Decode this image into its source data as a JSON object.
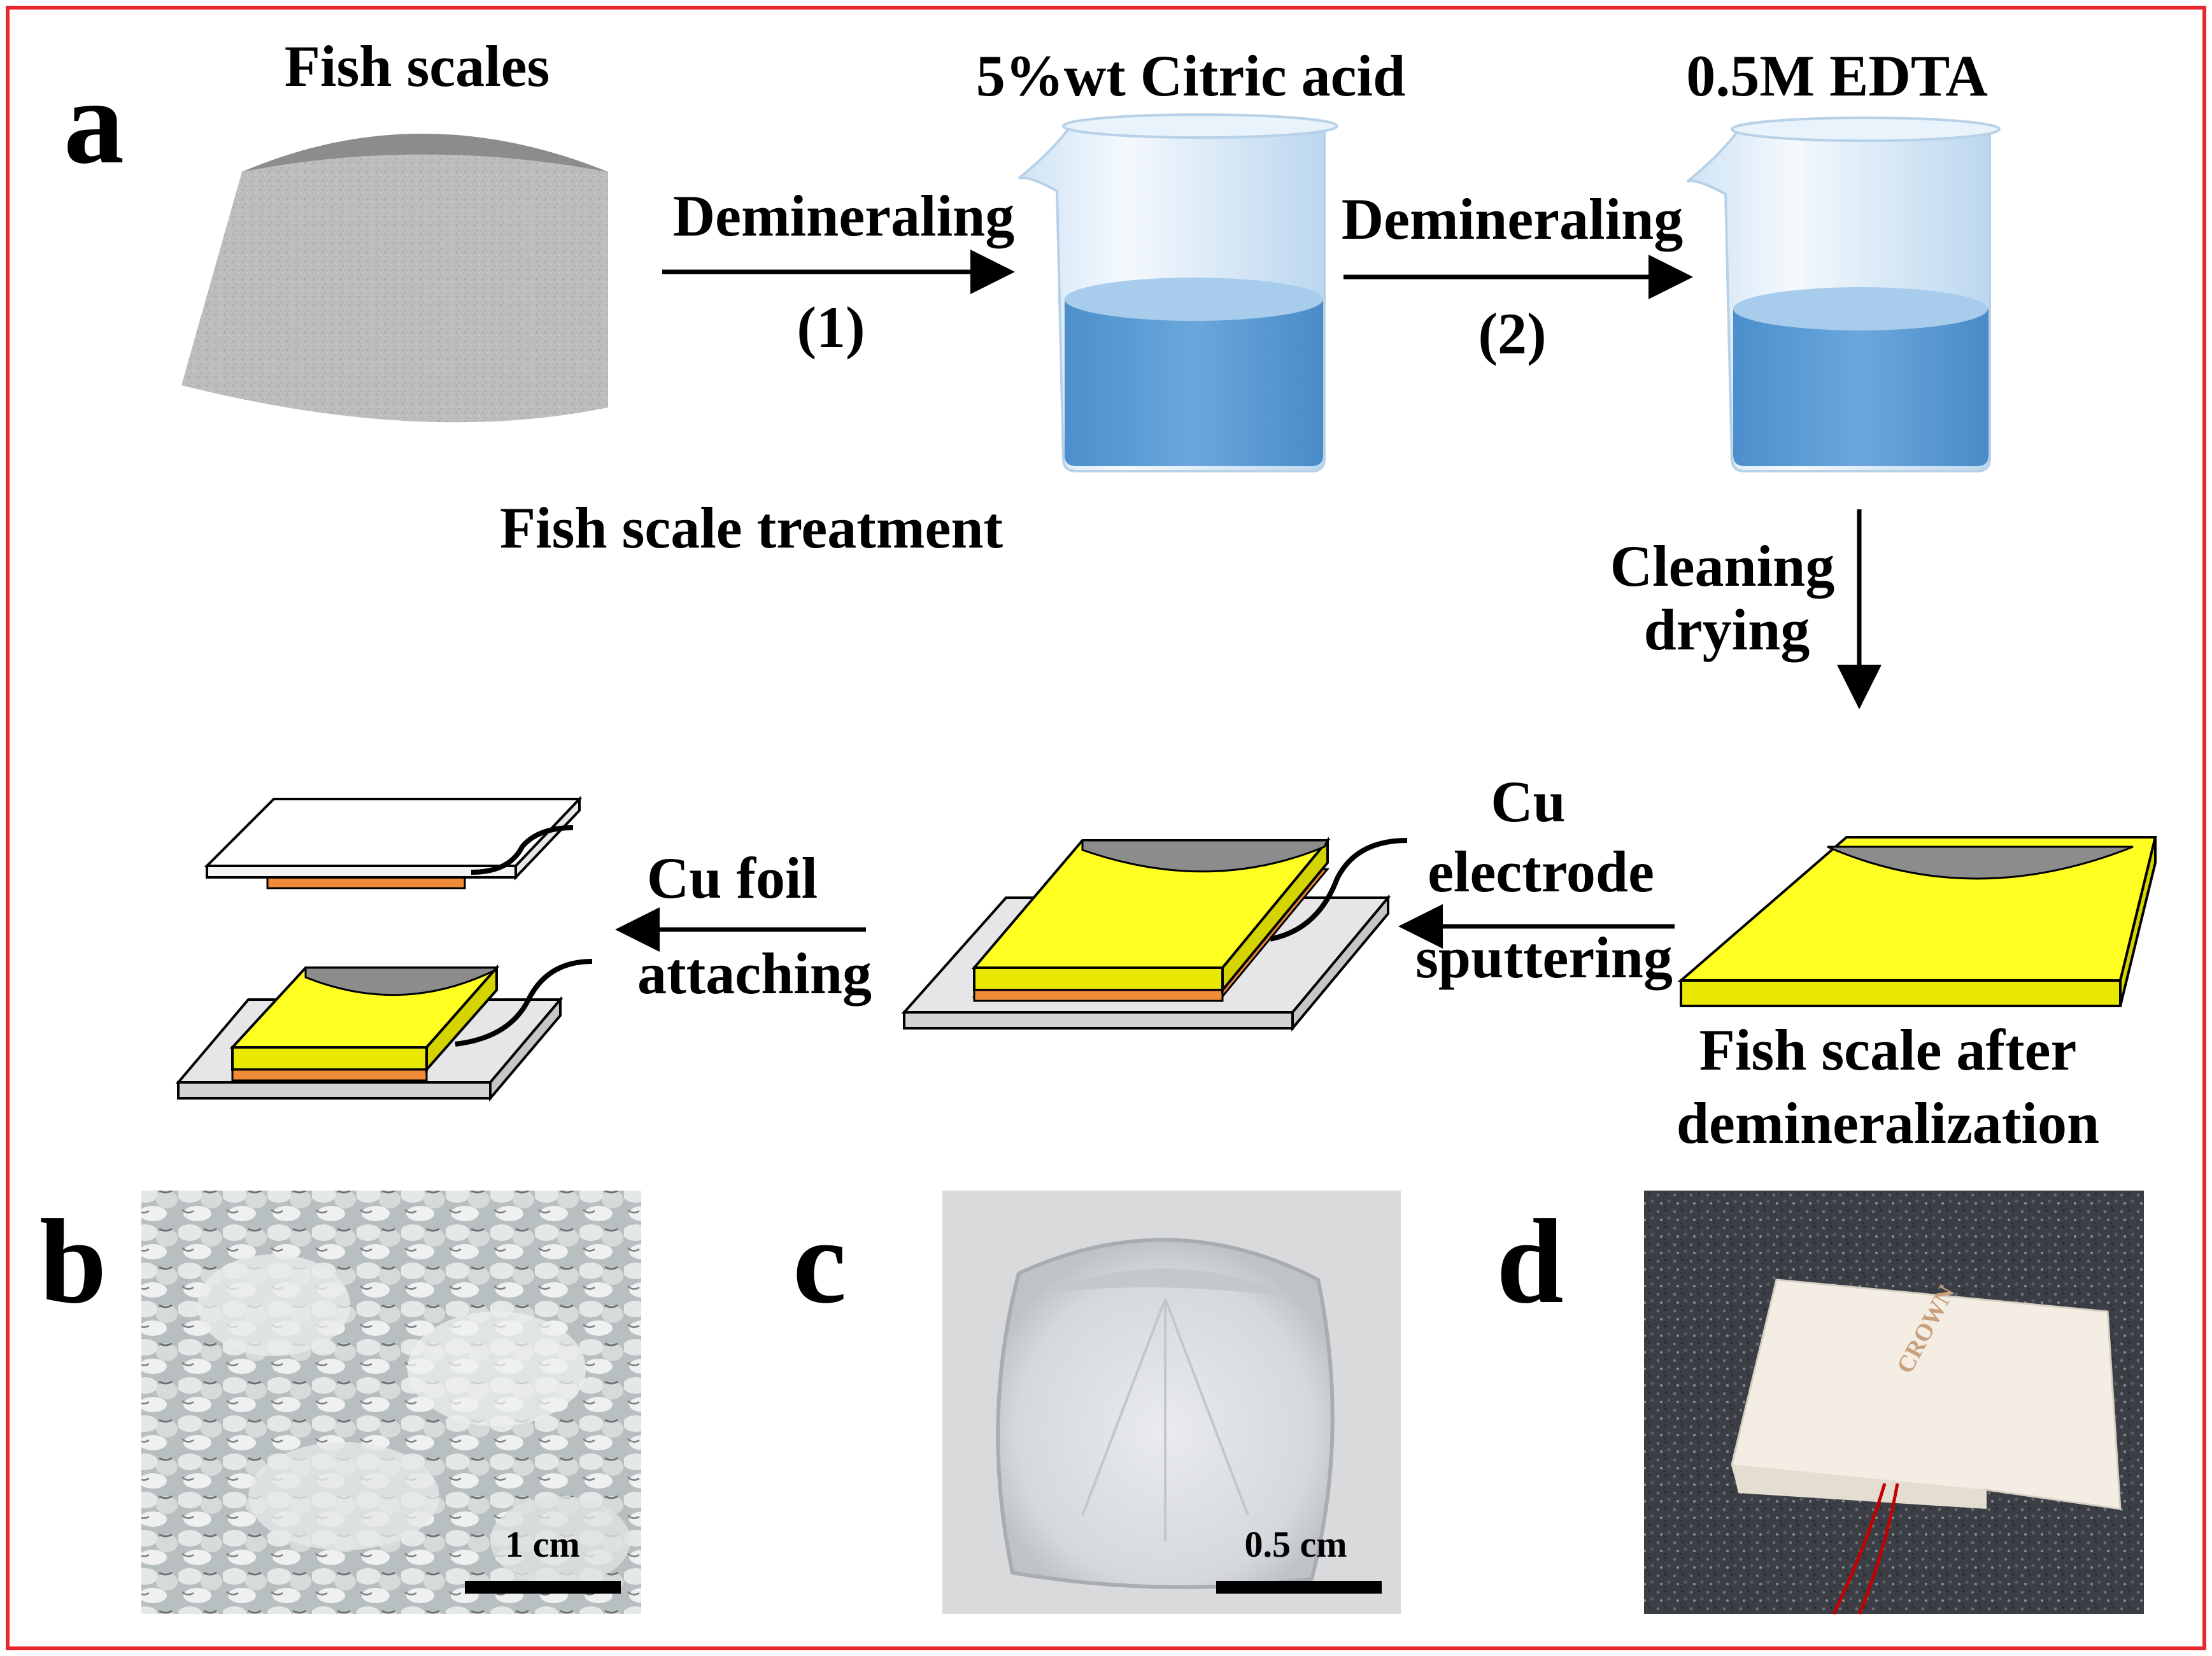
{
  "panels": {
    "a": "a",
    "b": "b",
    "c": "c",
    "d": "d"
  },
  "stage1": {
    "fish_scales": "Fish scales",
    "citric": "5%wt Citric acid",
    "edta": "0.5M EDTA",
    "step_label_1": "Demineraling",
    "step_num_1": "(1)",
    "step_label_2": "Demineraling",
    "step_num_2": "(2)",
    "treatment": "Fish scale treatment"
  },
  "stage2": {
    "cleaning_1": "Cleaning",
    "cleaning_2": "drying",
    "after_1": "Fish scale after",
    "after_2": "demineralization",
    "sputter_1": "Cu",
    "sputter_2": "electrode",
    "sputter_3": "sputtering",
    "foil_1": "Cu foil",
    "foil_2": "attaching"
  },
  "photos": {
    "b_scale": "1 cm",
    "c_scale": "0.5 cm",
    "d_print": "CROWN"
  },
  "colors": {
    "border": "#e8272c",
    "water": "#5a9bd5",
    "water_top": "#a8cdec",
    "film": "#ffff22",
    "copper": "#f08b3a",
    "substrate": "#e6e6e8",
    "scale_grey": "#b9b9b9",
    "arc_grey": "#8c8c8c"
  }
}
